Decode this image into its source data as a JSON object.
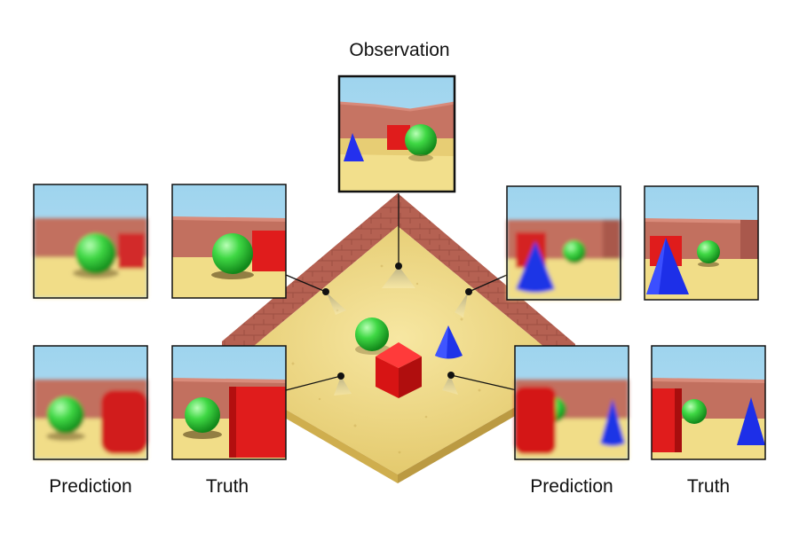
{
  "labels": {
    "observation": "Observation",
    "prediction": "Prediction",
    "truth": "Truth"
  },
  "colors": {
    "sky": "#a8d7ef",
    "wall": "#c97462",
    "wall_dark": "#a9544a",
    "floor": "#f0dd8a",
    "floor_dark": "#d9c066",
    "green_sphere": "#37d33f",
    "red_cube": "#e01c1c",
    "blue_cone": "#1f2fe0",
    "frame": "#111111"
  },
  "icons": {
    "camera_marker": "black-dot-with-light-cone",
    "sphere": "green-sphere",
    "cube": "red-cube",
    "cone": "blue-cone"
  }
}
